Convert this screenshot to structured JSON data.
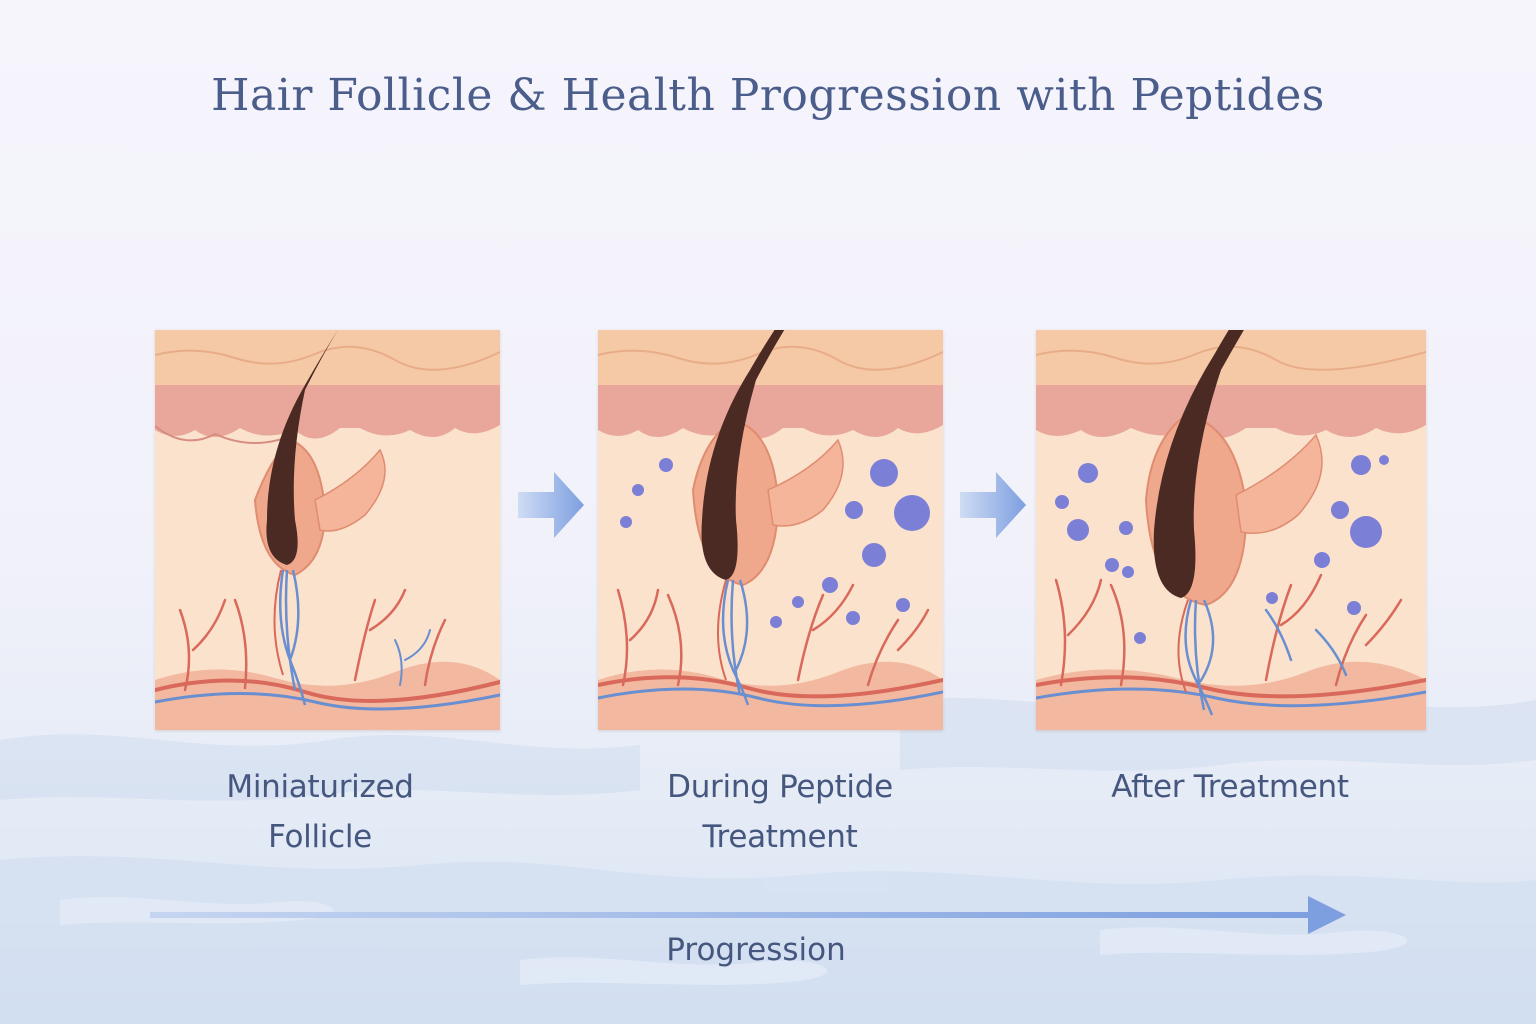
{
  "title": "Hair Follicle & Health Progression with Peptides",
  "stages": [
    {
      "label_line1": "Miniaturized",
      "label_line2": "Follicle"
    },
    {
      "label_line1": "During Peptide",
      "label_line2": "Treatment"
    },
    {
      "label_line1": "After Treatment",
      "label_line2": ""
    }
  ],
  "progression_label": "Progression",
  "colors": {
    "title": "#4b5d8a",
    "skin_top": "#f5c9a6",
    "epidermis": "#e9a79b",
    "dermis": "#fbe2cd",
    "hair": "#4a2a22",
    "vessel_red": "#d9695a",
    "vessel_blue": "#6a8fd0",
    "peptide": "#7c7fd6",
    "arrow": "#8fb0e6"
  }
}
